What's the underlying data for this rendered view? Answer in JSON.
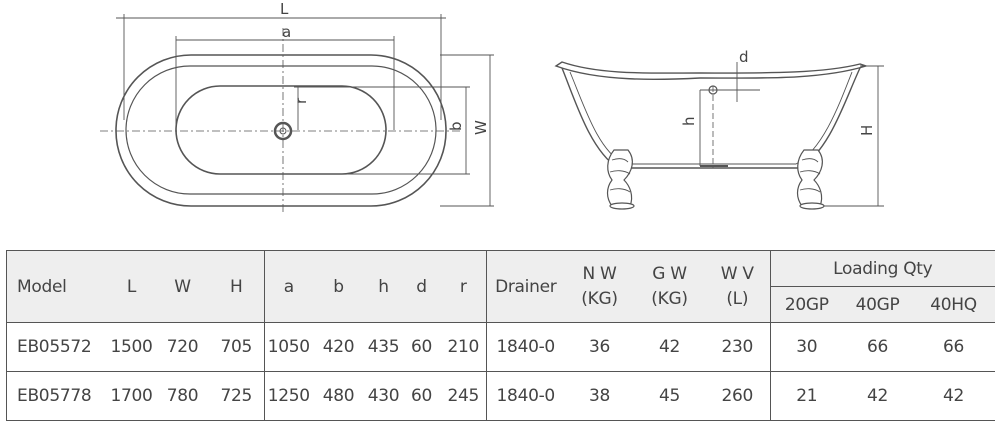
{
  "dimension_labels": {
    "L": "L",
    "a": "a",
    "r": "r",
    "b": "b",
    "W": "W",
    "d": "d",
    "h": "h",
    "H": "H"
  },
  "table": {
    "headers": {
      "model": "Model",
      "L": "L",
      "W": "W",
      "H": "H",
      "a": "a",
      "b": "b",
      "h": "h",
      "d": "d",
      "r": "r",
      "drainer": "Drainer",
      "nw_line1": "N W",
      "nw_line2": "(KG)",
      "gw_line1": "G W",
      "gw_line2": "(KG)",
      "wv_line1": "W V",
      "wv_line2": "(L)",
      "loading_qty": "Loading Qty",
      "gp20": "20GP",
      "gp40": "40GP",
      "hq40": "40HQ"
    },
    "rows": [
      {
        "model": "EB05572",
        "L": "1500",
        "W": "720",
        "H": "705",
        "a": "1050",
        "b": "420",
        "h": "435",
        "d": "60",
        "r": "210",
        "drainer": "1840-0",
        "nw": "36",
        "gw": "42",
        "wv": "230",
        "gp20": "30",
        "gp40": "66",
        "hq40": "66"
      },
      {
        "model": "EB05778",
        "L": "1700",
        "W": "780",
        "H": "725",
        "a": "1250",
        "b": "480",
        "h": "430",
        "d": "60",
        "r": "245",
        "drainer": "1840-0",
        "nw": "38",
        "gw": "45",
        "wv": "260",
        "gp20": "21",
        "gp40": "42",
        "hq40": "42"
      }
    ]
  }
}
